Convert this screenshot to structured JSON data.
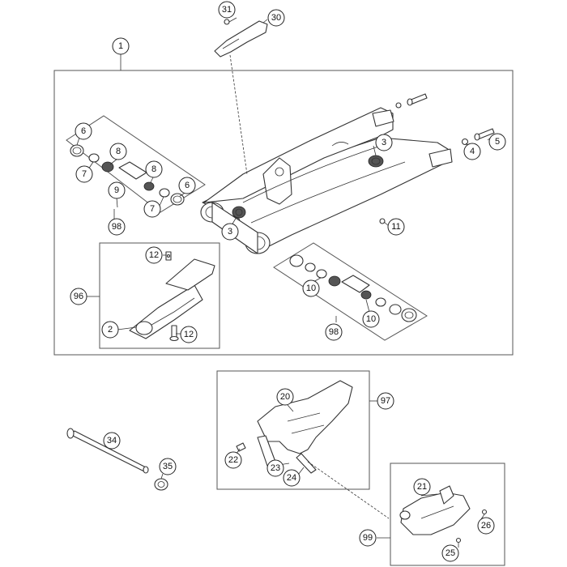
{
  "callouts": {
    "c1": "1",
    "c2": "2",
    "c3a": "3",
    "c3b": "3",
    "c4": "4",
    "c5": "5",
    "c6a": "6",
    "c6b": "6",
    "c7a": "7",
    "c7b": "7",
    "c8a": "8",
    "c8b": "8",
    "c9": "9",
    "c10a": "10",
    "c10b": "10",
    "c11": "11",
    "c12a": "12",
    "c12b": "12",
    "c20": "20",
    "c21": "21",
    "c22": "22",
    "c23": "23",
    "c24": "24",
    "c25": "25",
    "c26": "26",
    "c30": "30",
    "c31": "31",
    "c34": "34",
    "c35": "35",
    "c96": "96",
    "c97": "97",
    "c98a": "98",
    "c98b": "98",
    "c99": "99"
  }
}
